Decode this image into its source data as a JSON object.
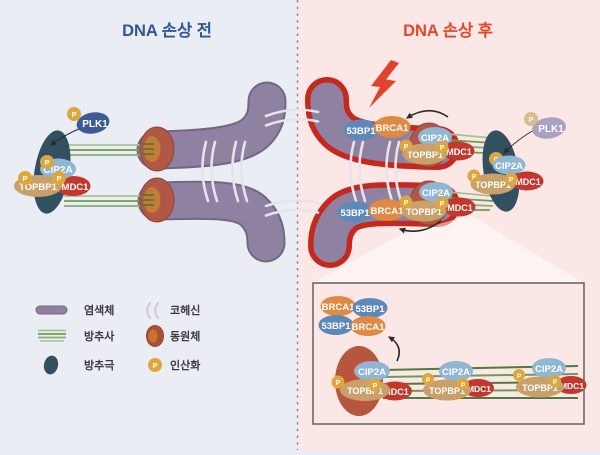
{
  "titles": {
    "before": "DNA 손상 전",
    "after": "DNA 손상 후"
  },
  "proteins": {
    "plk1": "PLK1",
    "cip2a": "CIP2A",
    "topbp1": "TOPBP1",
    "mdc1": "MDC1",
    "bp53": "53BP1",
    "brca1": "BRCA1"
  },
  "badges": {
    "phospho": "P"
  },
  "legend": {
    "chromosome": "염색체",
    "spindle_fiber": "방추사",
    "spindle_pole": "방추극",
    "cohesin": "코헤신",
    "centromere": "동원체",
    "phosphorylation": "인산화"
  },
  "colors": {
    "bg_before": "#eaedf3",
    "bg_after": "#fbe7e5",
    "title_before": "#2f5695",
    "title_after": "#e2472b",
    "divider": "#8b8389",
    "chromosome": "#8e81a2",
    "chromosome_outline": "#73687f",
    "damage_outline": "#c5291e",
    "spindle_pole": "#32505f",
    "centromere_outer": "#b15746",
    "centromere_inner": "#c17c35",
    "fiber_green_dark": "#6f9c53",
    "fiber_green_light": "#a5c293",
    "cohesin": "#e7e4e9",
    "plk1_active": "#3e5a94",
    "plk1_inactive": "#a9a1c1",
    "cip2a": "#8fb6d3",
    "topbp1": "#c9a069",
    "mdc1": "#c2372e",
    "bp53": "#5d88b8",
    "brca1": "#dd8a44",
    "phospho": "#dfa63e",
    "phospho_faded": "#d9bb90",
    "lightning": "#e2422c",
    "arrow": "#2b2b2b",
    "inset_border": "#606066"
  }
}
